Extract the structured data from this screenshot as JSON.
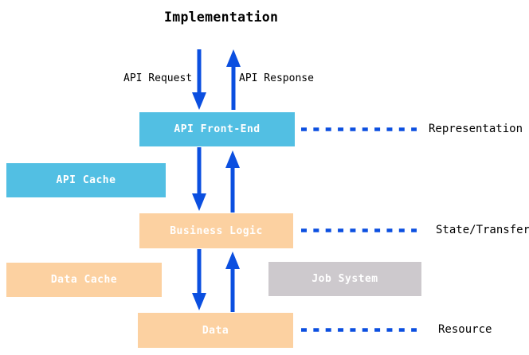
{
  "title": "Implementation",
  "flow_labels": {
    "request": "API Request",
    "response": "API Response"
  },
  "levels": [
    {
      "box": "API Front-End",
      "annotation": "Representation"
    },
    {
      "box": "Business Logic",
      "annotation": "State/Transfer"
    },
    {
      "box": "Data",
      "annotation": "Resource"
    }
  ],
  "side_boxes": [
    {
      "label": "API Cache"
    },
    {
      "label": "Data Cache"
    },
    {
      "label": "Job System"
    }
  ],
  "colors": {
    "blue_box": "#52BFE3",
    "orange_box": "#FCD1A1",
    "gray_box": "#CDC9CD",
    "arrow_blue": "#0B4FE0",
    "label_text": "#000000",
    "box_text": "#FFFFFF",
    "page_bg": "#FFFFFF"
  }
}
